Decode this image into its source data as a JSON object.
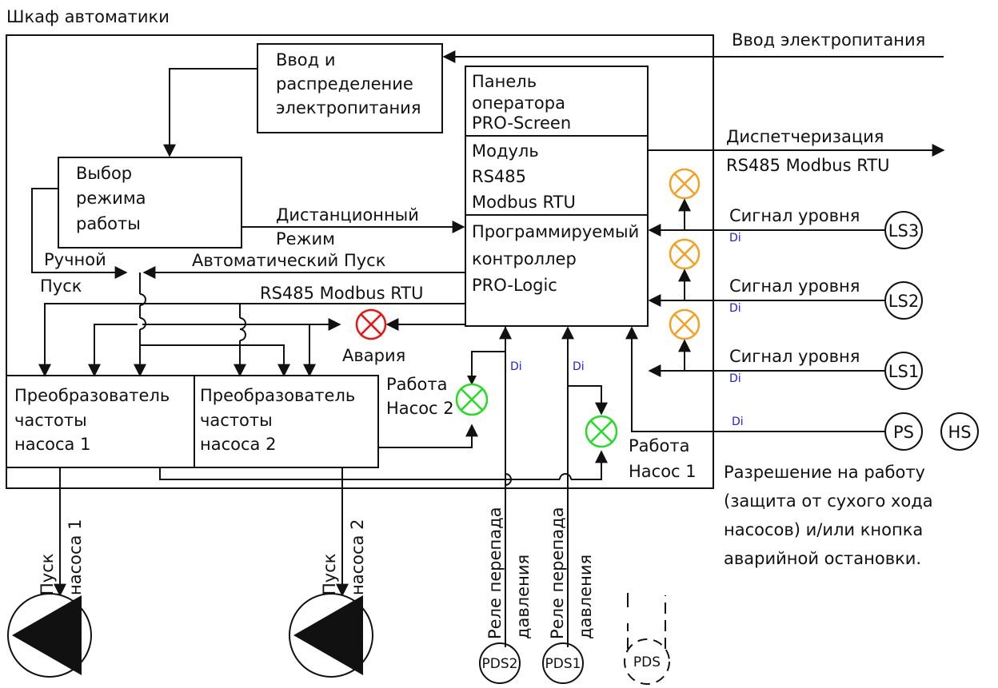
{
  "cabinet_label": "Шкаф автоматики",
  "power_input_label": "Ввод электропитания",
  "blocks": {
    "power_distribution": [
      "Ввод и",
      "распределение",
      "электропитания"
    ],
    "operator_panel": [
      "Панель",
      "оператора",
      "PRO-Screen"
    ],
    "rs485_module": [
      "Модуль",
      "RS485",
      "Modbus RTU"
    ],
    "plc": [
      "Программируемый",
      "контроллер",
      "PRO-Logic"
    ],
    "mode_select": [
      "Выбор",
      "режима",
      "работы"
    ],
    "vfd1": [
      "Преобразователь",
      "частоты",
      "насоса 1"
    ],
    "vfd2": [
      "Преобразователь",
      "частоты",
      "насоса 2"
    ]
  },
  "labels": {
    "dispatch": "Диспетчеризация",
    "dispatch_protocol": "RS485 Modbus RTU",
    "remote_mode_1": "Дистанционный",
    "remote_mode_2": "Режим",
    "manual_start_1": "Ручной",
    "manual_start_2": "Пуск",
    "auto_start": "Автоматический Пуск",
    "bus": "RS485 Modbus RTU",
    "alarm": "Авария",
    "pump2_run_1": "Работа",
    "pump2_run_2": "Насос 2",
    "pump1_run_1": "Работа",
    "pump1_run_2": "Насос 1",
    "level_signal_3": "Сигнал уровня",
    "level_signal_2": "Сигнал уровня",
    "level_signal_1": "Сигнал уровня",
    "di": "Di",
    "pump1_start_1": "Пуск",
    "pump1_start_2": "насоса 1",
    "pump2_start_1": "Пуск",
    "pump2_start_2": "насоса 2",
    "pds2_relay_1": "Реле перепада",
    "pds2_relay_2": "давления",
    "pds1_relay_1": "Реле перепада",
    "pds1_relay_2": "давления",
    "permission": [
      "Разрешение на работу",
      "(защита от сухого хода",
      "насосов) и/или кнопка",
      "аварийной остановки."
    ]
  },
  "sensors": {
    "ls3": "LS3",
    "ls2": "LS2",
    "ls1": "LS1",
    "ps": "PS",
    "hs": "HS",
    "pds2": "PDS2",
    "pds1": "PDS1",
    "pds": "PDS"
  },
  "colors": {
    "alarm_lamp": "#ee1111",
    "run_lamp": "#22dd22",
    "level_lamp": "#f5a020",
    "di_text": "#2222dd"
  }
}
